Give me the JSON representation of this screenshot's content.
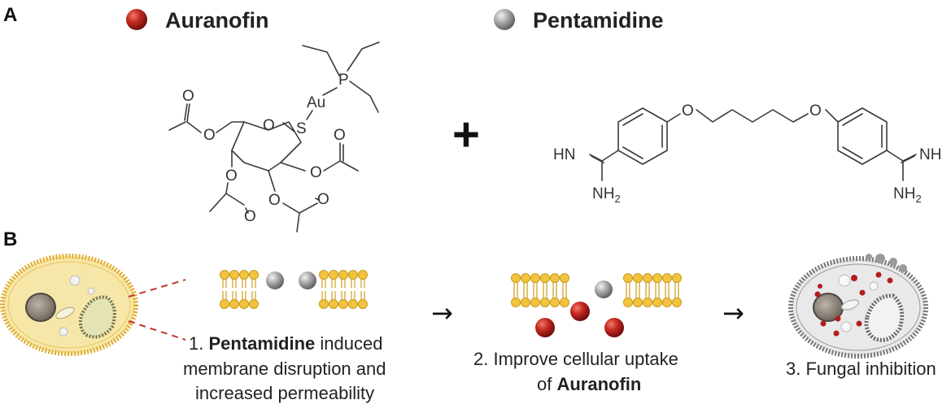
{
  "panels": {
    "a": "A",
    "b": "B"
  },
  "compounds": {
    "auranofin": {
      "name": "Auranofin",
      "color": "#b01e1e"
    },
    "pentamidine": {
      "name": "Pentamidine",
      "color": "#8f8f8f"
    }
  },
  "structure_labels": {
    "au": "Au",
    "p": "P",
    "s": "S",
    "o": "O",
    "hn": "HN",
    "nh": "NH",
    "nh2": "NH",
    "sub2": "2"
  },
  "operators": {
    "plus": "+",
    "arrow": "→"
  },
  "steps": {
    "step1": {
      "prefix": "1. ",
      "bold": "Pentamidine",
      "suffix": " induced",
      "line2": "membrane disruption and",
      "line3": "increased permeability"
    },
    "step2": {
      "line1": "2. Improve cellular uptake",
      "prefix": "of ",
      "bold": "Auranofin"
    },
    "step3": {
      "line1": "3. Fungal inhibition"
    }
  },
  "colors": {
    "membrane_head": "#f2c33c",
    "cell_fill": "#f6e7a8",
    "cell_border": "#e6b53a",
    "dead_cell_fill": "#e9e9e9",
    "dead_cell_border": "#777777",
    "dashed_line": "#c0392b"
  }
}
